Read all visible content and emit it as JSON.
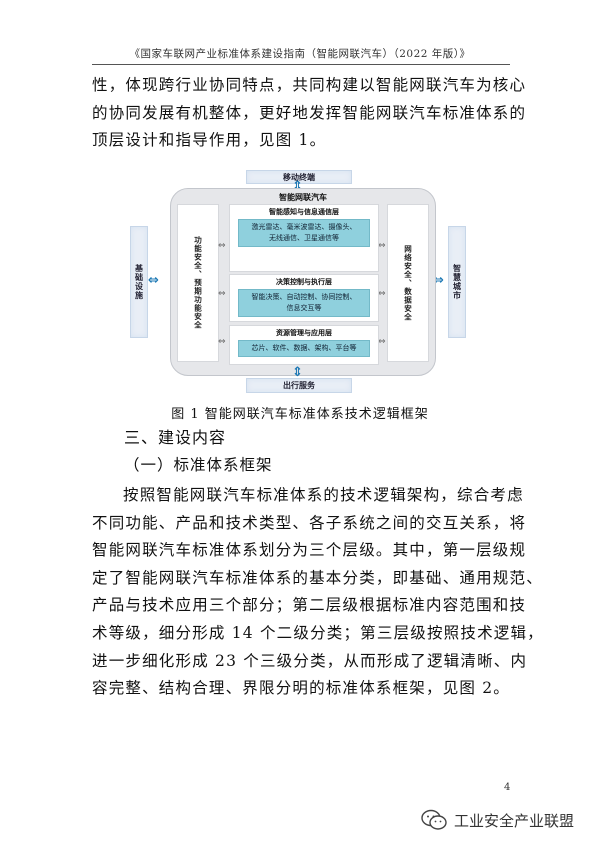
{
  "header": {
    "title": "《国家车联网产业标准体系建设指南（智能网联汽车）（2022 年版）》"
  },
  "paragraph_1": [
    "性，体现跨行业协同特点，共同构建以智能网联汽车为核心",
    "的协同发展有机整体，更好地发挥智能网联汽车标准体系的",
    "顶层设计和指导作用，见图 1。"
  ],
  "diagram": {
    "top_label": "移动终端",
    "bottom_label": "出行服务",
    "left_label": "基础设施",
    "right_label": "智慧城市",
    "core_title": "智能网联汽车",
    "left_panel": "功能安全、预期功能安全",
    "right_panel": "网络安全、数据安全",
    "layers": [
      {
        "title": "智能感知与信息通信层",
        "items": [
          "激光雷达、毫米波雷达、摄像头、",
          "无线通信、卫星通信等"
        ]
      },
      {
        "title": "决策控制与执行层",
        "items": [
          "智能决策、自动控制、协同控制、",
          "信息交互等"
        ]
      },
      {
        "title": "资源管理与应用层",
        "items": [
          "芯片、软件、数据、架构、平台等"
        ]
      }
    ],
    "colors": {
      "accent": "#1d78b4",
      "layer_fill": "#8fd0dd",
      "frame": "#e6e7ea"
    }
  },
  "figure_caption": "图 1  智能网联汽车标准体系技术逻辑框架",
  "section_heading": "三、建设内容",
  "sub_heading": "（一）标准体系框架",
  "paragraph_2": [
    "按照智能网联汽车标准体系的技术逻辑架构，综合考虑",
    "不同功能、产品和技术类型、各子系统之间的交互关系，将",
    "智能网联汽车标准体系划分为三个层级。其中，第一层级规",
    "定了智能网联汽车标准体系的基本分类，即基础、通用规范、",
    "产品与技术应用三个部分；第二层级根据标准内容范围和技",
    "术等级，细分形成 14 个二级分类；第三层级按照技术逻辑，",
    "进一步细化形成 23 个三级分类，从而形成了逻辑清晰、内",
    "容完整、结构合理、界限分明的标准体系框架，见图 2。"
  ],
  "page_number": "4",
  "watermark": {
    "text": "工业安全产业联盟",
    "icon": "wechat-icon"
  }
}
